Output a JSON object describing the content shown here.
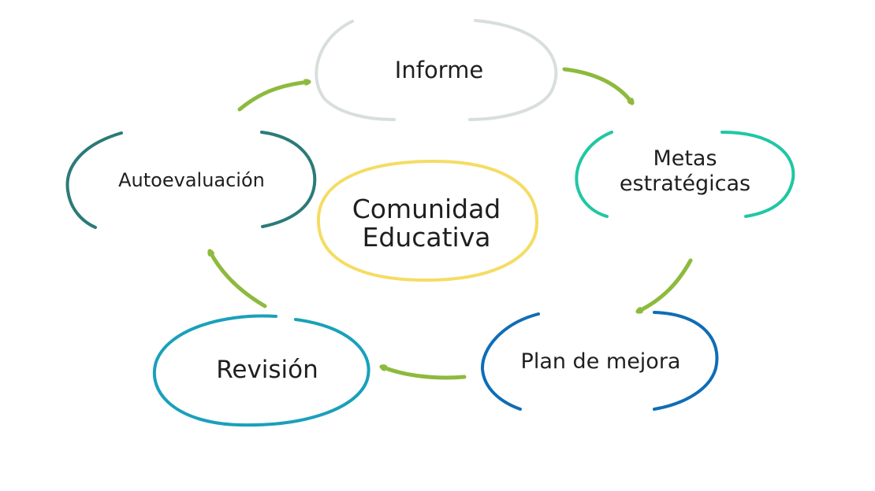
{
  "diagram": {
    "center": {
      "line1": "Comunidad",
      "line2": "Educativa",
      "color": "#F5DC63"
    },
    "nodes": [
      {
        "id": "informe",
        "label": "Informe",
        "color": "#D8DFDB"
      },
      {
        "id": "metas",
        "line1": "Metas",
        "line2": "estratégicas",
        "color": "#20C7A4"
      },
      {
        "id": "plan",
        "label": "Plan de mejora",
        "color": "#0F6DB6"
      },
      {
        "id": "revision",
        "label": "Revisión",
        "color": "#1AA0BA"
      },
      {
        "id": "autoevaluacion",
        "label": "Autoevaluación",
        "color": "#2B7B78"
      }
    ],
    "arrow_color": "#8DBA3D"
  }
}
